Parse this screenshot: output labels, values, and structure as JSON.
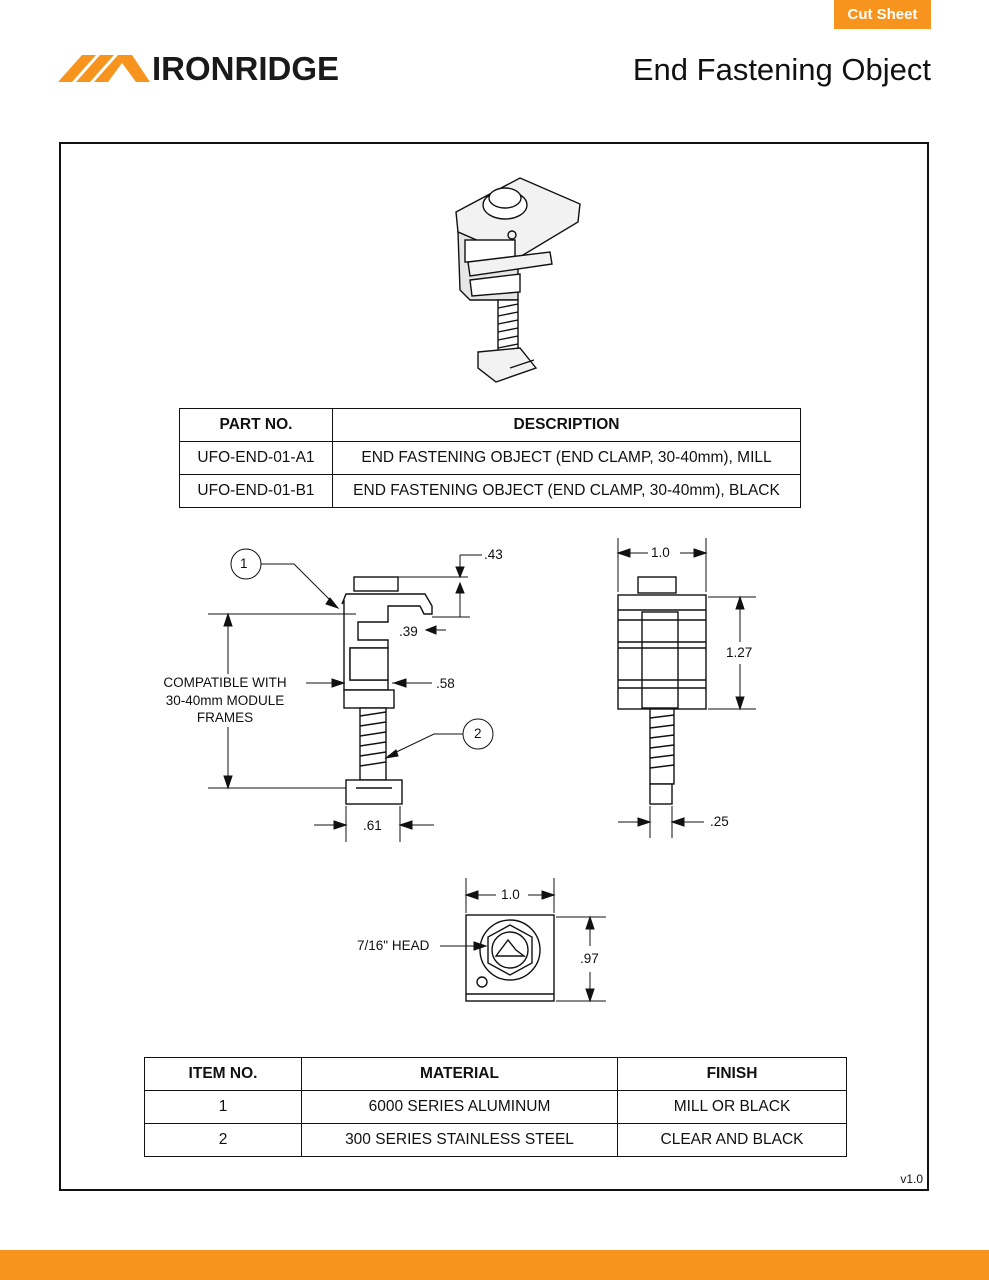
{
  "header": {
    "badge": "Cut Sheet",
    "brand": "IRONRIDGE",
    "title": "End Fastening Object"
  },
  "parts_table": {
    "headers": [
      "PART NO.",
      "DESCRIPTION"
    ],
    "rows": [
      [
        "UFO-END-01-A1",
        "END FASTENING OBJECT (END CLAMP, 30-40mm), MILL"
      ],
      [
        "UFO-END-01-B1",
        "END FASTENING OBJECT (END CLAMP, 30-40mm), BLACK"
      ]
    ]
  },
  "dimensions": {
    "side_view": {
      "callout_1": "1",
      "callout_2": "2",
      "top_height": ".43",
      "lip": ".39",
      "width": ".58",
      "base_width": ".61",
      "compat_line1": "COMPATIBLE WITH",
      "compat_line2": "30-40mm MODULE",
      "compat_line3": "FRAMES"
    },
    "front_view": {
      "width": "1.0",
      "height": "1.27",
      "base": ".25"
    },
    "top_view": {
      "width": "1.0",
      "height": ".97",
      "head": "7/16\" HEAD"
    }
  },
  "materials_table": {
    "headers": [
      "ITEM NO.",
      "MATERIAL",
      "FINISH"
    ],
    "rows": [
      [
        "1",
        "6000 SERIES ALUMINUM",
        "MILL OR BLACK"
      ],
      [
        "2",
        "300 SERIES STAINLESS STEEL",
        "CLEAR AND BLACK"
      ]
    ]
  },
  "footer": {
    "version": "v1.0"
  },
  "colors": {
    "accent": "#f7941d"
  }
}
